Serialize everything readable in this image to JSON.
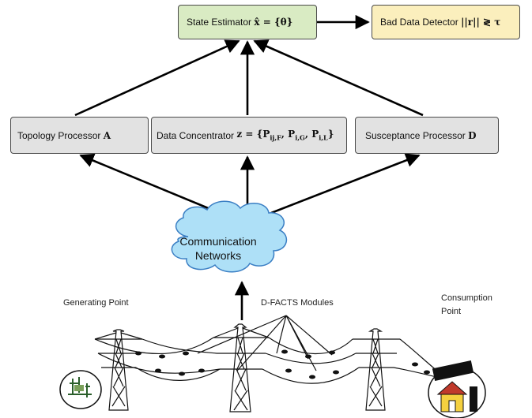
{
  "state_estimator": {
    "label": "State Estimator",
    "math": "x̂ = {θ}"
  },
  "bad_data_detector": {
    "label": "Bad Data Detector",
    "math": "||r|| ≷ τ"
  },
  "topology_processor": {
    "label": "Topology Processor",
    "math": "A"
  },
  "data_concentrator": {
    "label": "Data Concentrator",
    "math_prefix": "z = {",
    "p1_sub": "ij,F",
    "p2_sub": "i,G",
    "p3_sub": "i,L"
  },
  "susceptance_processor": {
    "label": "Susceptance Processor",
    "math": "D"
  },
  "cloud": {
    "line1": "Communication",
    "line2": "Networks"
  },
  "grid": {
    "generating_point": "Generating Point",
    "dfacts_modules": "D-FACTS Modules",
    "consumption_line1": "Consumption",
    "consumption_line2": "Point"
  },
  "colors": {
    "estimator_fill": "#d9ebc3",
    "detector_fill": "#fbefbd",
    "processor_fill": "#e2e2e2",
    "cloud_fill": "#aee0f7",
    "cloud_stroke": "#3b7fc4"
  }
}
